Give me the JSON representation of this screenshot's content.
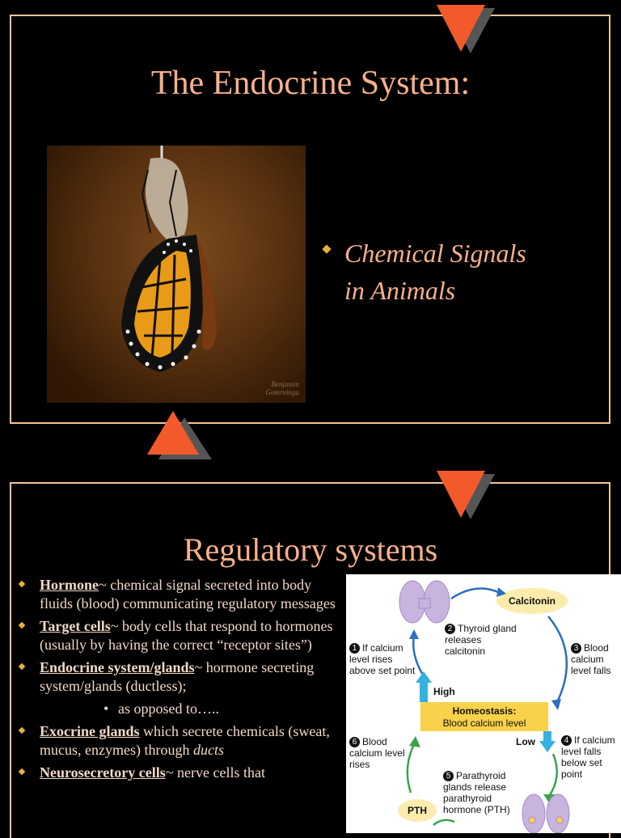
{
  "slide1": {
    "title": "The Endocrine System:",
    "bullet_text_line1": "Chemical Signals",
    "bullet_text_line2": "in Animals",
    "photo_credit_line1": "Benjamin",
    "photo_credit_line2": "Gomrainga"
  },
  "slide2": {
    "title": "Regulatory systems",
    "bullets": [
      {
        "term": "Hormone",
        "text": "~ chemical signal secreted into body fluids (blood) communicating regulatory messages"
      },
      {
        "term": "Target cells",
        "text": "~ body cells that respond to hormones (usually by having the correct “receptor sites”)"
      },
      {
        "term": "Endocrine system/glands",
        "text": "~ hormone secreting system/glands (ductless);"
      },
      {
        "sub": "as opposed to….."
      },
      {
        "term": "Exocrine glands",
        "text": " which secrete chemicals (sweat, mucus, enzymes) through ",
        "ital": "ducts"
      },
      {
        "term": "Neurosecretory cells",
        "text": "~  nerve cells that"
      }
    ],
    "diagram": {
      "calcitonin": "Calcitonin",
      "step2_num": "2",
      "step2": "Thyroid gland releases calcitonin",
      "step1_num": "1",
      "step1": "If calcium level rises above set point",
      "step3_num": "3",
      "step3": "Blood calcium level falls",
      "high": "High",
      "low": "Low",
      "homeostasis_title": "Homeostasis:",
      "homeostasis_text": "Blood calcium level",
      "step6_num": "6",
      "step6": "Blood calcium level rises",
      "step4_num": "4",
      "step4": "If calcium level falls below set point",
      "step5_num": "5",
      "step5": "Parathyroid glands release parathyroid hormone (PTH)",
      "pth": "PTH",
      "colors": {
        "arrow_blue": "#2a6fc0",
        "arrow_green": "#3aa34a",
        "hormone_bubble": "#fbecae",
        "homeostasis_box": "#f8d24a",
        "gland": "#c9b3df"
      }
    }
  }
}
